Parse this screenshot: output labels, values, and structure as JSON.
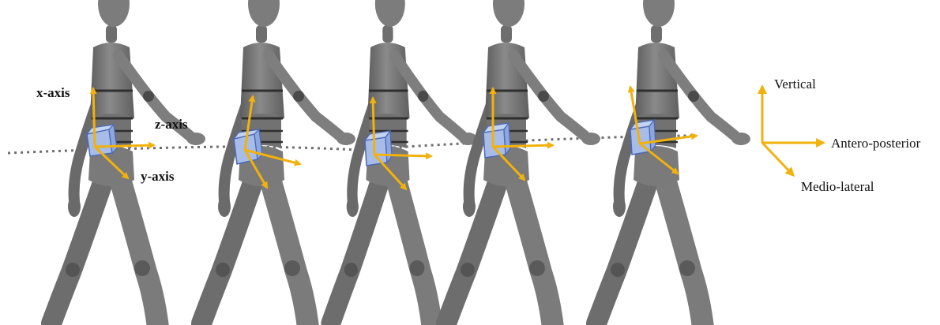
{
  "figure": {
    "sensor_axis_labels": {
      "x": "x-axis",
      "y": "y-axis",
      "z": "z-axis"
    },
    "legend": {
      "vertical": "Vertical",
      "antero_posterior": "Antero-posterior",
      "medio_lateral": "Medio-lateral"
    },
    "colors": {
      "arrow": "#f2b10c",
      "figure_body": "#767676",
      "figure_joint": "#3d3d3d",
      "sensor_fill": "#a7bde8",
      "sensor_edge": "#4a68b8",
      "trajectory": "#6e6e6e",
      "text": "#111111"
    },
    "mannequin_count": 5,
    "mannequin_icon": "walking-mannequin",
    "sensor_icon": "imu-sensor-box"
  }
}
